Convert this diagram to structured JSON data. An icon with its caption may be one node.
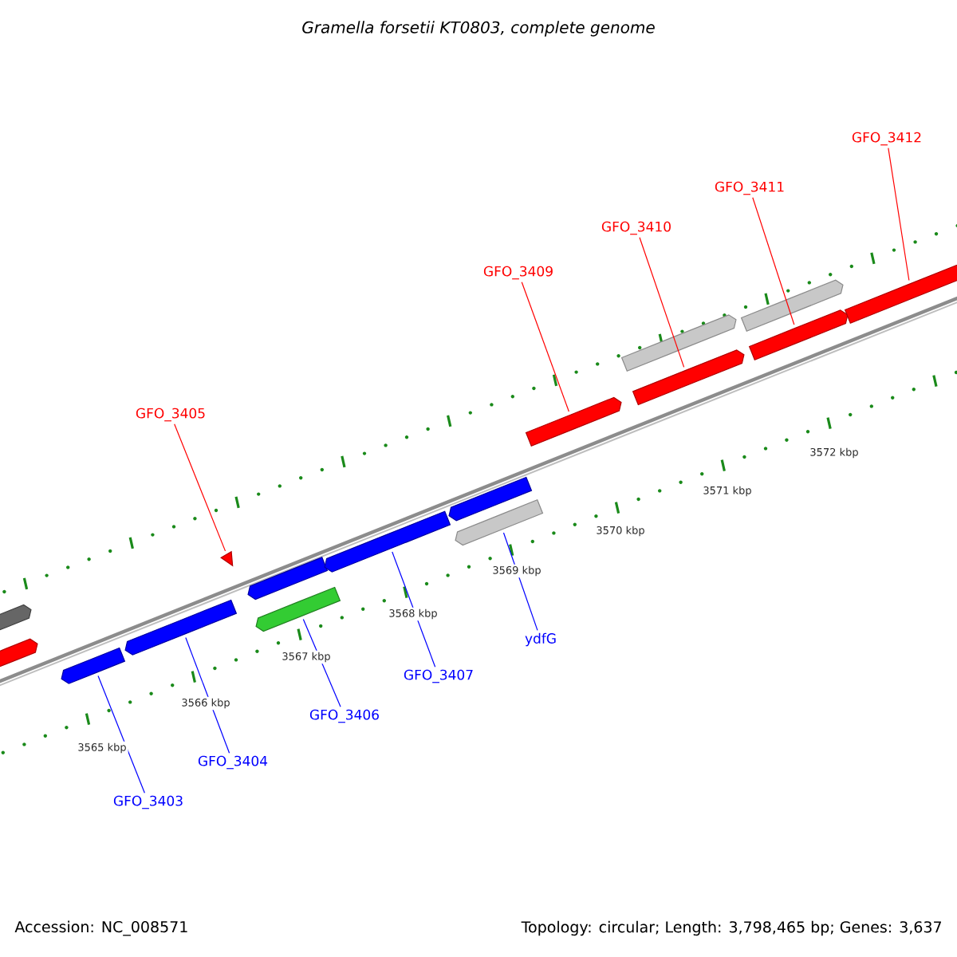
{
  "diagram": {
    "title": "Gramella forsetii KT0803, complete genome",
    "nodes": [
      {
        "text": [],
        "shape": "bar"
      },
      {
        "text": [],
        "shape": "bar"
      },
      {
        "text": [],
        "shape": "bar"
      },
      {
        "text": [],
        "shape": "bar"
      },
      {
        "text": [],
        "shape": "triangle"
      },
      {
        "text": [],
        "shape": "bar"
      },
      {
        "text": [],
        "shape": "bar"
      },
      {
        "text": [],
        "shape": "bar"
      },
      {
        "text": [],
        "shape": "bar"
      },
      {
        "text": [],
        "shape": "bar"
      },
      {
        "text": [],
        "shape": "bar"
      },
      {
        "text": [],
        "shape": "bar"
      },
      {
        "text": [],
        "shape": "bar"
      },
      {
        "text": [],
        "shape": "bar"
      },
      {
        "text": [],
        "shape": "bar"
      },
      {
        "text": [],
        "shape": "bar"
      },
      {
        "text": [
          "GFO_3405"
        ]
      },
      {
        "text": [
          "GFO_3409"
        ]
      },
      {
        "text": [
          "GFO_3410"
        ]
      },
      {
        "text": [
          "GFO_3411"
        ]
      },
      {
        "text": [
          "GFO_3412"
        ]
      },
      {
        "text": [
          "GFO_3403"
        ]
      },
      {
        "text": [
          "GFO_3404"
        ]
      },
      {
        "text": [
          "GFO_3406"
        ]
      },
      {
        "text": [
          "GFO_3407"
        ]
      },
      {
        "text": [
          "ydfG"
        ]
      }
    ],
    "edges": [
      {
        "from": 16,
        "to": 4,
        "arrow": "none",
        "color": "#ff0000"
      },
      {
        "from": 17,
        "to": 10,
        "arrow": "none",
        "color": "#ff0000"
      },
      {
        "from": 18,
        "to": 12,
        "arrow": "none",
        "color": "#ff0000"
      },
      {
        "from": 19,
        "to": 14,
        "arrow": "none",
        "color": "#ff0000"
      },
      {
        "from": 20,
        "to": 15,
        "arrow": "none",
        "color": "#ff0000"
      },
      {
        "from": 21,
        "to": 2,
        "arrow": "none",
        "color": "#0000ff"
      },
      {
        "from": 22,
        "to": 3,
        "arrow": "none",
        "color": "#0000ff"
      },
      {
        "from": 23,
        "to": 6,
        "arrow": "none",
        "color": "#0000ff"
      },
      {
        "from": 24,
        "to": 7,
        "arrow": "none",
        "color": "#0000ff"
      },
      {
        "from": 25,
        "to": 9,
        "arrow": "none",
        "color": "#0000ff"
      }
    ],
    "labels": [
      "3565 kbp",
      "3566 kbp",
      "3567 kbp",
      "3568 kbp",
      "3569 kbp",
      "3570 kbp",
      "3571 kbp",
      "3572 kbp",
      "Accession: NC_008571",
      "Topology: circular; Length: 3,798,465 bp; Genes: 3,637"
    ]
  }
}
